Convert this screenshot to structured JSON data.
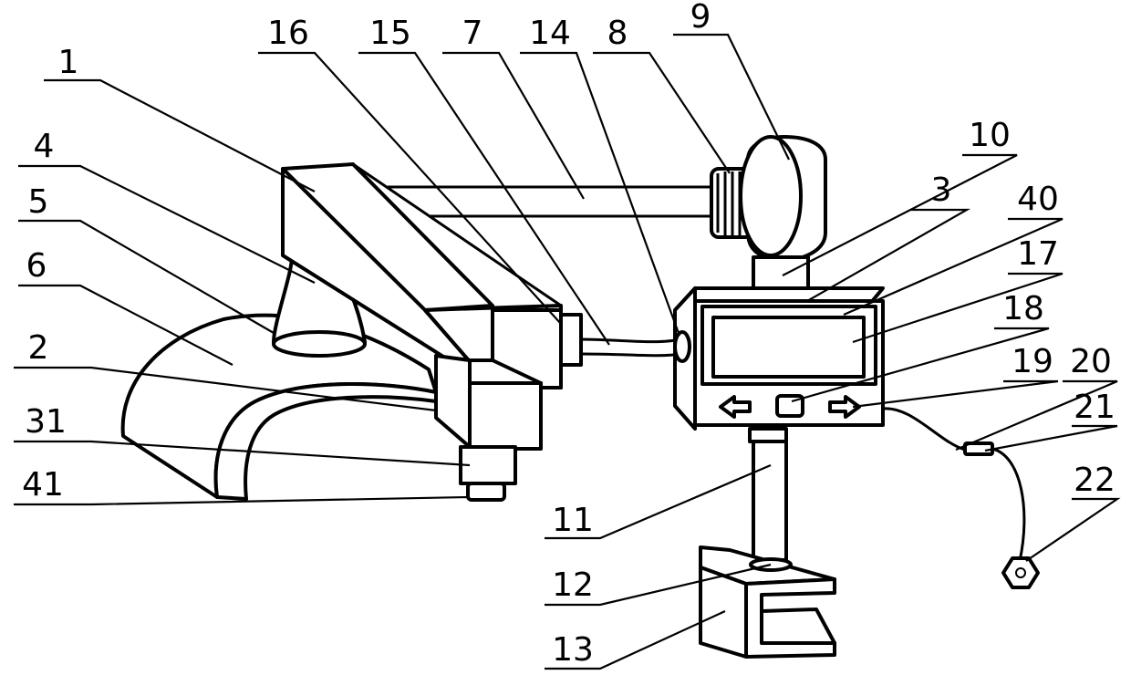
{
  "labels": {
    "l1": "1",
    "l2": "2",
    "l3": "3",
    "l4": "4",
    "l5": "5",
    "l6": "6",
    "l7": "7",
    "l8": "8",
    "l9": "9",
    "l10": "10",
    "l11": "11",
    "l12": "12",
    "l13": "13",
    "l14": "14",
    "l15": "15",
    "l16": "16",
    "l17": "17",
    "l18": "18",
    "l19": "19",
    "l20": "20",
    "l21": "21",
    "l22": "22",
    "l31": "31",
    "l40": "40",
    "l41": "41"
  }
}
